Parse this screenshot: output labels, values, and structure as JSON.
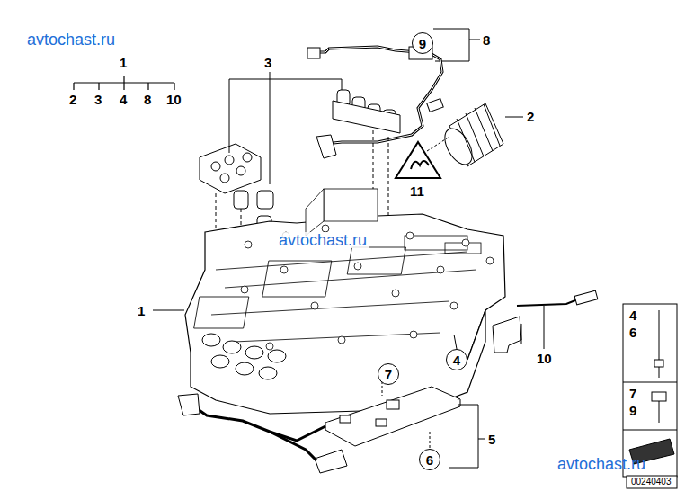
{
  "diagram": {
    "nodes": [
      {
        "text": [
          "9"
        ]
      },
      {
        "text": [
          "7"
        ]
      },
      {
        "text": [
          "4"
        ]
      },
      {
        "text": [
          "6"
        ]
      }
    ],
    "labels": [
      "avtochast.ru",
      "1",
      "2",
      "3",
      "4",
      "8",
      "10",
      "3",
      "8",
      "2",
      "avtochast.ru",
      "11",
      "1",
      "10",
      "5",
      "avtochast.ru",
      "4",
      "6",
      "7",
      "9",
      "00240403"
    ]
  }
}
